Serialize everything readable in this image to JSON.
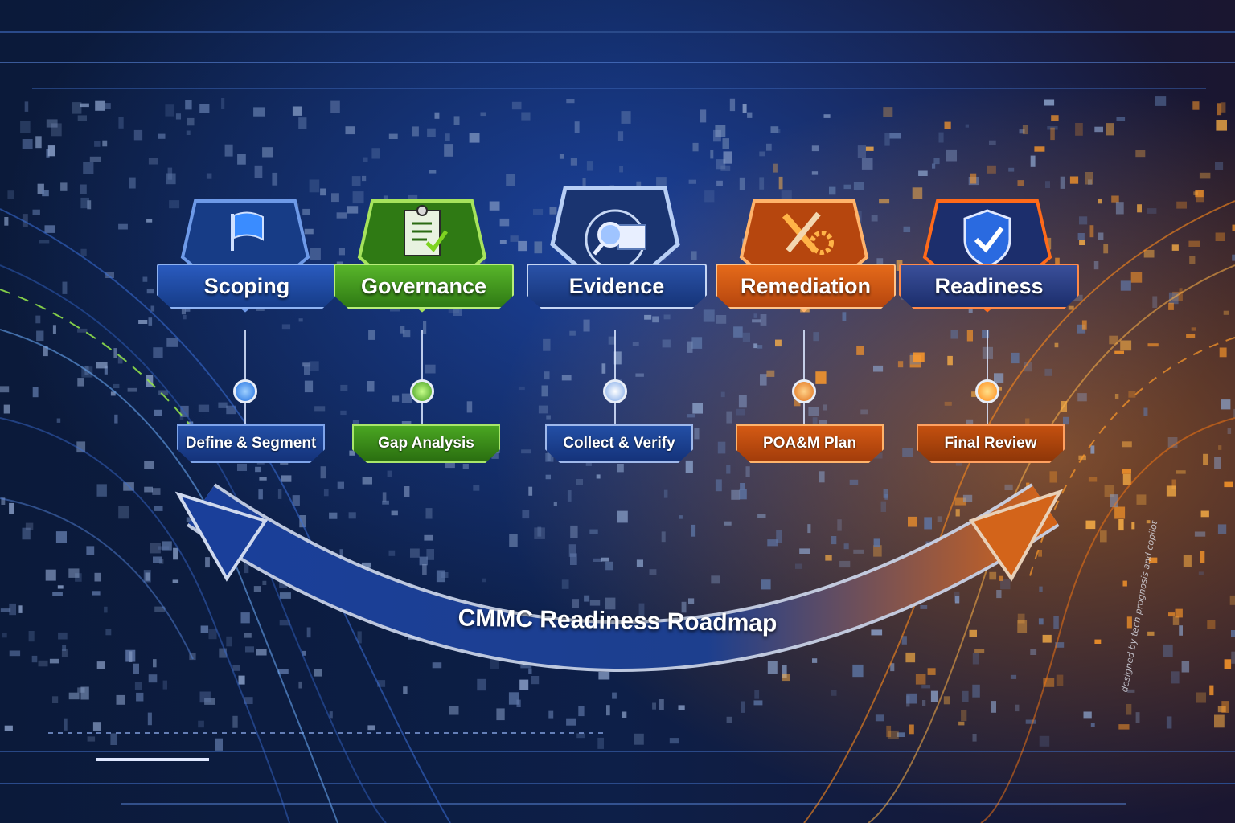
{
  "diagram": {
    "title": "CMMC Readiness Roadmap",
    "stages": [
      {
        "name": "Scoping",
        "step": "Define & Segment",
        "icon": "flag-icon",
        "color": "#1f4fa8",
        "accent": "#3a8cff"
      },
      {
        "name": "Governance",
        "step": "Gap Analysis",
        "icon": "checklist-icon",
        "color": "#3f9a1e",
        "accent": "#7ed321"
      },
      {
        "name": "Evidence",
        "step": "Collect & Verify",
        "icon": "magnifier-document-icon",
        "color": "#1e3f8c",
        "accent": "#9fc4ff"
      },
      {
        "name": "Remediation",
        "step": "POA&M Plan",
        "icon": "tools-gear-icon",
        "color": "#c4500f",
        "accent": "#ff9a1f"
      },
      {
        "name": "Readiness",
        "step": "Final Review",
        "icon": "shield-check-icon",
        "color": "#243d86",
        "accent": "#ff6a1a"
      }
    ],
    "watermark": "designed by tech prognosis and copilot"
  }
}
